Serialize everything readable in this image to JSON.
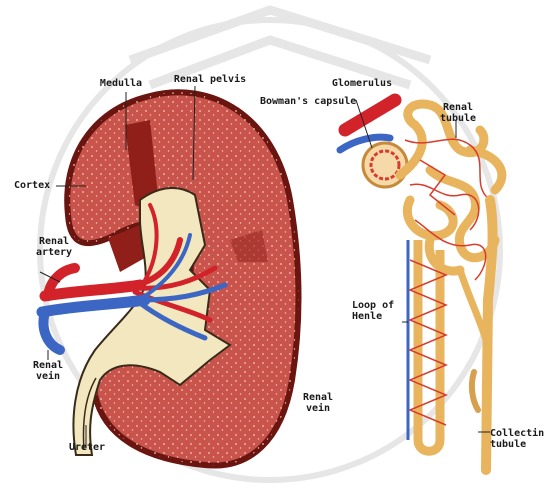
{
  "labels": {
    "medulla": "Medulla",
    "renal_pelvis": "Renal pelvis",
    "cortex": "Cortex",
    "renal_artery": "Renal\nartery",
    "renal_vein_left": "Renal\nvein",
    "ureter": "Ureter",
    "renal_vein_mid": "Renal\nvein",
    "glomerulus": "Glomerulus",
    "bowmans_capsule": "Bowman's capsule",
    "renal_tubule": "Renal\ntubule",
    "loop_of_henle": "Loop of\nHenle",
    "collecting_tubule": "Collectin\ntubule"
  },
  "colors": {
    "kidney_outer": "#7a1a14",
    "kidney_fill": "#c9544c",
    "kidney_dots": "#f0c0b8",
    "medulla": "#8f1f18",
    "pelvis": "#f3e7bf",
    "artery": "#d2232a",
    "vein": "#3c66c3",
    "tubule": "#e8b45e",
    "capillary": "#d83c2c"
  }
}
